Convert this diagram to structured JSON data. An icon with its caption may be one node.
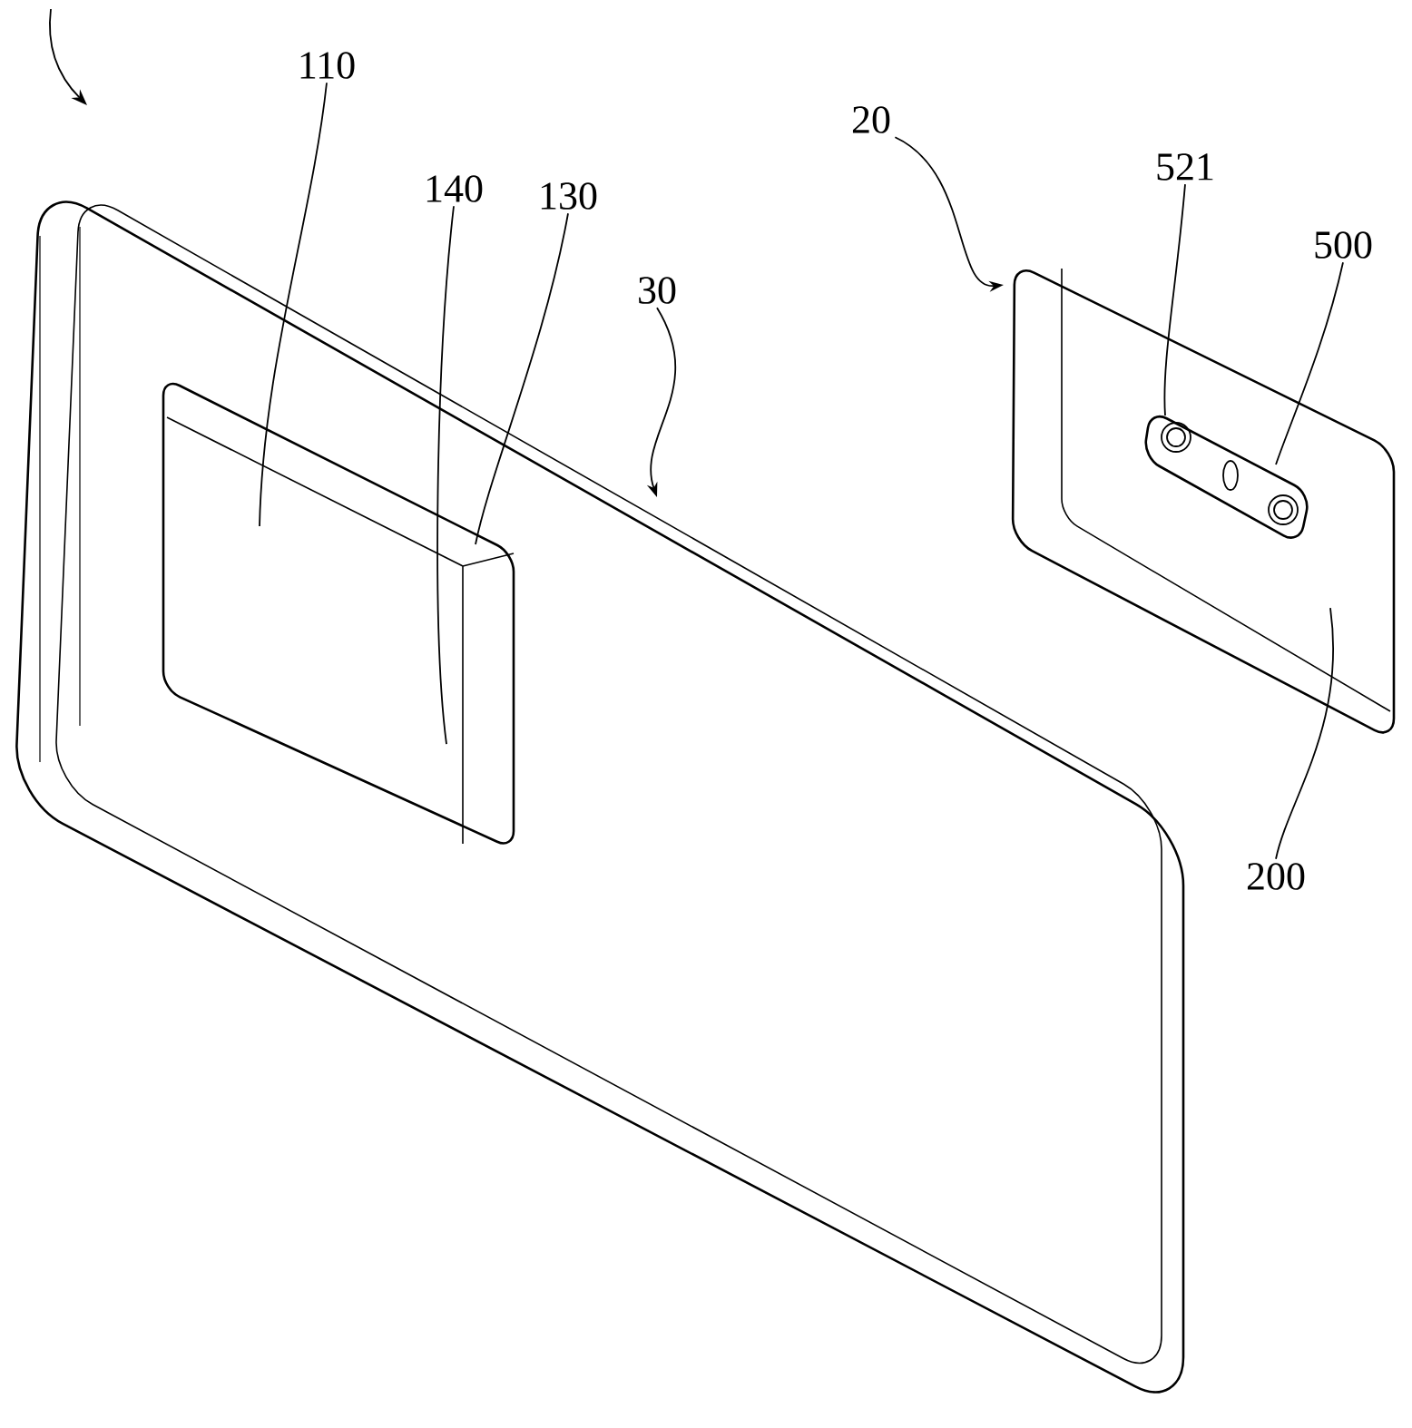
{
  "diagram": {
    "nodes": [
      {
        "text": [
          "110"
        ]
      },
      {
        "text": [
          "140"
        ]
      },
      {
        "text": [
          "130"
        ]
      },
      {
        "text": [
          "30"
        ]
      },
      {
        "text": [
          "20"
        ]
      },
      {
        "text": [
          "521"
        ]
      },
      {
        "text": [
          "500"
        ]
      },
      {
        "text": [
          "200"
        ]
      }
    ],
    "edges": [
      {
        "from": 0,
        "to": null,
        "arrow": "none"
      },
      {
        "from": 1,
        "to": null,
        "arrow": "none"
      },
      {
        "from": 2,
        "to": null,
        "arrow": "none"
      },
      {
        "from": 3,
        "to": null,
        "arrow": "to"
      },
      {
        "from": 4,
        "to": null,
        "arrow": "to"
      },
      {
        "from": 5,
        "to": null,
        "arrow": "none"
      },
      {
        "from": 6,
        "to": null,
        "arrow": "none"
      },
      {
        "from": 7,
        "to": null,
        "arrow": "none"
      }
    ]
  }
}
